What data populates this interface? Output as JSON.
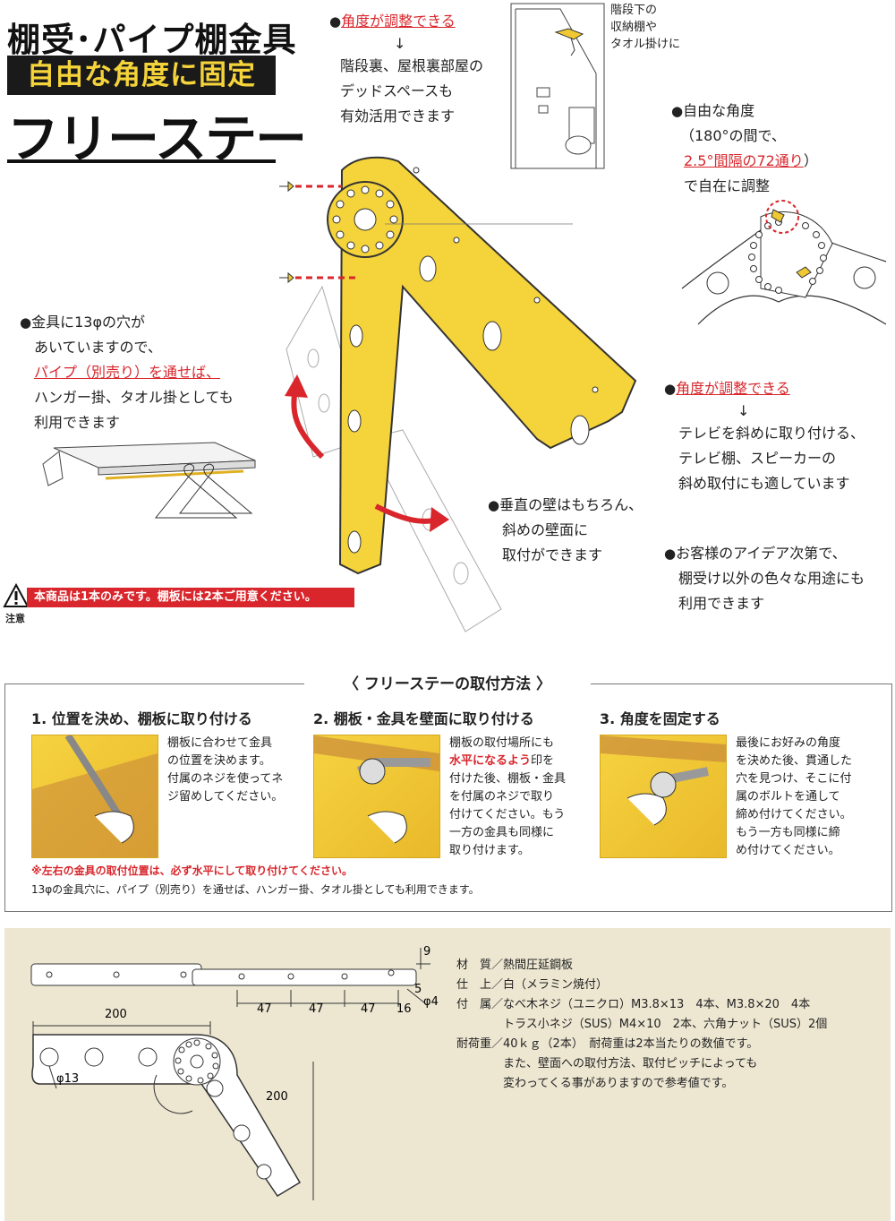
{
  "header": {
    "line1": "棚受･パイプ棚金具",
    "line2": "自由な角度に固定",
    "line3": "フリーステー"
  },
  "callout_top": {
    "head": "角度が調整できる",
    "arrow": "↓",
    "lines": [
      "階段裏、屋根裏部屋の",
      "デッドスペースも",
      "有効活用できます"
    ]
  },
  "photo_caption": [
    "階段下の",
    "収納棚や",
    "タオル掛けに"
  ],
  "callout_angle": {
    "line1": "自由な角度",
    "line2": "（180°の間で、",
    "line3_red": "2.5°間隔の72通り",
    "line3_tail": "）",
    "line4": "で自在に調整"
  },
  "callout_pipe": {
    "line1": "金具に13φの穴が",
    "line2": "あいていますので、",
    "line3_red": "パイプ（別売り）を通せば、",
    "line4": "ハンガー掛、タオル掛としても",
    "line5": "利用できます"
  },
  "callout_tv": {
    "head": "角度が調整できる",
    "arrow": "↓",
    "lines": [
      "テレビを斜めに取り付ける、",
      "テレビ棚、スピーカーの",
      "斜め取付にも適しています"
    ]
  },
  "callout_wall": {
    "lines": [
      "垂直の壁はもちろん、",
      "斜めの壁面に",
      "取付ができます"
    ]
  },
  "callout_idea": {
    "lines": [
      "お客様のアイデア次第で、",
      "棚受け以外の色々な用途にも",
      "利用できます"
    ]
  },
  "warning": {
    "text": "本商品は1本のみです。棚板には2本ご用意ください。",
    "label": "注意"
  },
  "howto": {
    "title": "〈  フリーステーの取付方法  〉",
    "steps": [
      {
        "heading": "1. 位置を決め、棚板に取り付ける",
        "lines": [
          "棚板に合わせて金具",
          "の位置を決めます。",
          "付属のネジを使ってネ",
          "ジ留めしてください。"
        ]
      },
      {
        "heading": "2. 棚板・金具を壁面に取り付ける",
        "lines": [
          "棚板の取付場所にも",
          "印を",
          "付けた後、棚板・金具",
          "を付属のネジで取り",
          "付けてください。もう",
          "一方の金具も同様に",
          "取り付けます。"
        ],
        "red": "水平になるよう"
      },
      {
        "heading": "3. 角度を固定する",
        "lines": [
          "最後にお好みの角度",
          "を決めた後、貫通した",
          "穴を見つけ、そこに付",
          "属のボルトを通して",
          "締め付けてください。",
          "もう一方も同様に締",
          "め付けてください。"
        ]
      }
    ],
    "note_red": "※左右の金具の取付位置は、必ず水平にして取り付けてください。",
    "note": "13φの金具穴に、パイプ（別売り）を通せば、ハンガー掛、タオル掛としても利用できます。"
  },
  "spec": {
    "dims": {
      "d9": "9",
      "d5": "5",
      "d4": "φ4",
      "d16": "16",
      "d47a": "47",
      "d47b": "47",
      "d47c": "47",
      "d200a": "200",
      "d200b": "200",
      "d13": "φ13"
    },
    "lines": [
      "材　質／熱間圧延鋼板",
      "仕　上／白（メラミン焼付）",
      "付　属／なべ木ネジ（ユニクロ）M3.8×13　4本、M3.8×20　4本",
      "　　　　トラス小ネジ（SUS）M4×10　2本、六角ナット（SUS）2個",
      "耐荷重／40ｋｇ（2本）　耐荷重は2本当たりの数値です。",
      "　　　　また、壁面への取付方法、取付ピッチによっても",
      "　　　　変わってくる事がありますので参考値です。"
    ]
  },
  "colors": {
    "accent": "#f5d33a",
    "red": "#d8262c",
    "dark": "#1a1a1a",
    "spec_bg": "#ede7d2"
  }
}
